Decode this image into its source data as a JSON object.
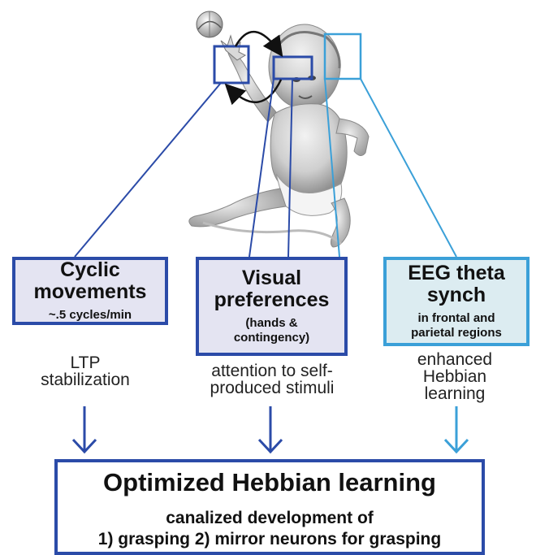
{
  "colors": {
    "blue": "#2b4ba8",
    "light_blue": "#3ba0d8",
    "box_fill": "#e4e4f2",
    "teal_fill": "#dcecf1",
    "text": "#111111"
  },
  "boxes": [
    {
      "title": "Cyclic movements",
      "subtitle": "~.5 cycles/min"
    },
    {
      "title": "Visual preferences",
      "subtitle": "(hands & contingency)"
    },
    {
      "title": "EEG theta synch",
      "subtitle": "in frontal and parietal regions"
    }
  ],
  "captions": [
    "LTP stabilization",
    "attention to self-produced stimuli",
    "enhanced Hebbian learning"
  ],
  "bottom": {
    "title": "Optimized Hebbian learning",
    "line1": "canalized development of",
    "line2": "1) grasping 2) mirror neurons for grasping"
  },
  "illustration": {
    "icons": [
      "ball-icon",
      "infant-illustration",
      "hand-region-box",
      "eyes-region-box",
      "head-region-box",
      "loop-arrow-icon",
      "down-arrow-icon"
    ]
  }
}
